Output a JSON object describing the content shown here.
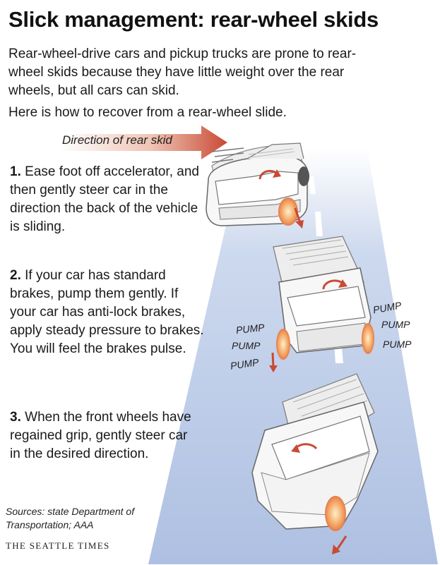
{
  "title": "Slick management: rear-wheel skids",
  "intro": "Rear-wheel-drive cars and pickup trucks are prone to rear-wheel skids because they have little weight over the rear wheels, but all cars can skid.",
  "intro2": "Here is how to recover from  a rear-wheel slide.",
  "direction_label": "Direction of rear skid",
  "steps": [
    {
      "num": "1.",
      "text": "Ease foot off accelerator, and then gently steer car in the direction the back of the vehicle is sliding."
    },
    {
      "num": "2.",
      "text": "If your car has standard brakes, pump them gently. If your car has anti-lock brakes, apply steady pressure to brakes. You will feel the brakes pulse."
    },
    {
      "num": "3.",
      "text": "When the front wheels have regained grip, gently steer car in the desired direction."
    }
  ],
  "pump_labels": {
    "left": [
      "PUMP",
      "PUMP",
      "PUMP"
    ],
    "right": [
      "PUMP",
      "PUMP",
      "PUMP"
    ]
  },
  "sources": "Sources: state Department of Transportation; AAA",
  "brand": "THE SEATTLE TIMES",
  "colors": {
    "road": "#b9c9e6",
    "arrow": "#c94a35",
    "wheel_glow": "#f0a070",
    "direction_band": "#e9b8a8"
  }
}
